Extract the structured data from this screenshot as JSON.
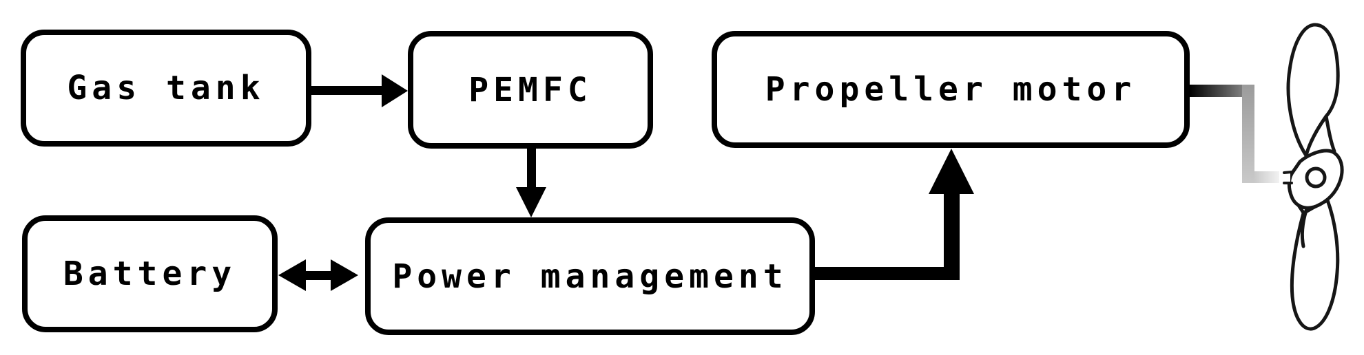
{
  "diagram": {
    "type": "block-diagram",
    "description": "Hybrid fuel cell propulsion system power flow",
    "background": "#ffffff",
    "line_color": "#000000",
    "nodes": {
      "gas_tank": {
        "label": "Gas tank"
      },
      "pemfc": {
        "label": "PEMFC"
      },
      "battery": {
        "label": "Battery"
      },
      "power_management": {
        "label": "Power management"
      },
      "propeller_motor": {
        "label": "Propeller motor"
      }
    },
    "edges": [
      {
        "from": "gas_tank",
        "to": "pemfc",
        "arrow": "right"
      },
      {
        "from": "pemfc",
        "to": "power_management",
        "arrow": "down"
      },
      {
        "from": "battery",
        "to": "power_management",
        "arrow": "bidirectional"
      },
      {
        "from": "power_management",
        "to": "propeller_motor",
        "arrow": "up",
        "style": "thick-elbow"
      },
      {
        "from": "propeller_motor",
        "to": "propeller",
        "arrow": "none",
        "style": "gradient-gray-shaft"
      }
    ],
    "icons": {
      "propeller": "two-blade-propeller"
    },
    "connector_colors": {
      "start": "#000000",
      "mid": "#9b9b9b",
      "end": "#f2f2f2"
    }
  }
}
